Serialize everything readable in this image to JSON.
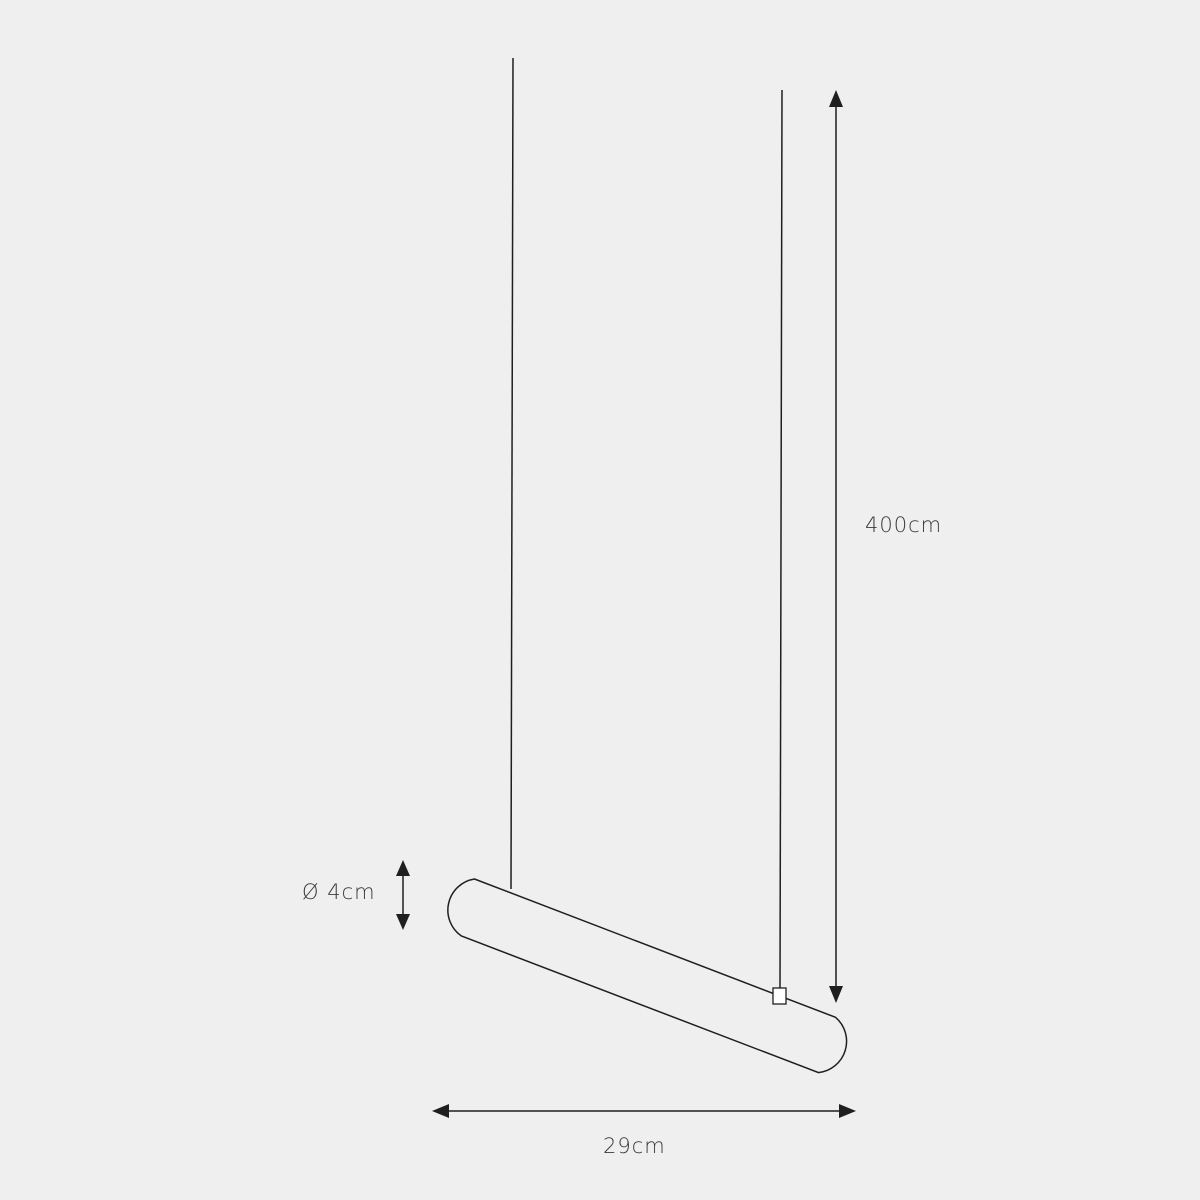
{
  "dimensions": {
    "height_label": "400cm",
    "diameter_label": "Ø 4cm",
    "width_label": "29cm"
  },
  "colors": {
    "background": "#efefef",
    "line": "#1f1f1f",
    "text": "#3a3a3a"
  }
}
